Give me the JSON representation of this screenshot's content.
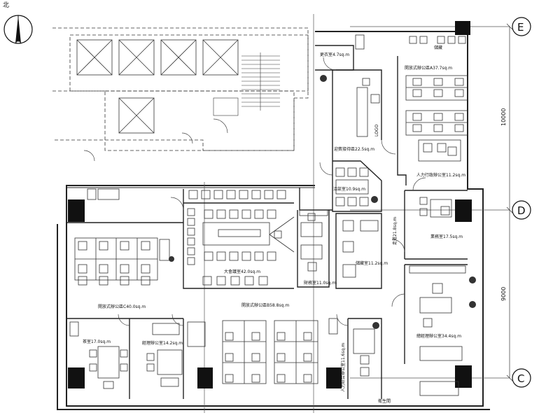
{
  "north": "北",
  "axes": {
    "e": "E",
    "d": "D",
    "c": "C"
  },
  "dimensions": {
    "upper": "10000",
    "lower": "9000"
  },
  "rooms": {
    "changing": "更衣室4.7sq.m",
    "open_office_a": "開放式辦公區A37.7sq.m",
    "reception": "迎賓接待區22.5sq.m",
    "negotiation": "洽談室10.9sq.m",
    "hr_admin": "人力行政辦公室11.2sq.m",
    "finance": "財務室11.0sq.m",
    "business": "業務室17.5sq.m",
    "conference": "大會議室42.0sq.m",
    "open_office_c": "開放式辦公區C40.0sq.m",
    "open_office_b": "開放式辦公區B58.8sq.m",
    "tea": "茶室17.0sq.m",
    "manager": "經理辦公室14.2sq.m",
    "gm": "總經理辦公室34.4sq.m",
    "hr_general": "人力綜合辦公室11.6sq.m",
    "corridor": "走道21.8sq.m",
    "pantry": "儲藏室11.2sq.m",
    "toilet": "衛生間",
    "logo": "LOGO",
    "storage_small": "儲藏"
  }
}
